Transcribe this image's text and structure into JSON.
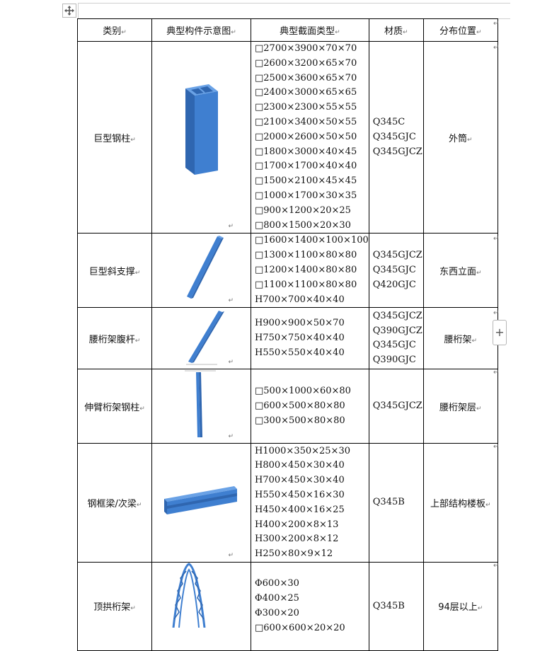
{
  "headers": [
    "类别",
    "典型构件示意图",
    "典型截面类型",
    "材质",
    "分布位置"
  ],
  "rows": [
    {
      "category": "巨型钢柱",
      "icon": "box-column-icon",
      "sections": [
        "□2700×3900×70×70",
        "□2600×3200×65×70",
        "□2500×3600×65×70",
        "□2400×3000×65×65",
        "□2300×2300×55×55",
        "□2100×3400×50×55",
        "□2000×2600×50×50",
        "□1800×3000×40×45",
        "□1700×1700×40×40",
        "□1500×2100×45×45",
        "□1000×1700×30×35",
        "□900×1200×20×25",
        "□800×1500×20×30"
      ],
      "materials": [
        "Q345C",
        "Q345GJC",
        "Q345GJCZ"
      ],
      "position": "外筒"
    },
    {
      "category": "巨型斜支撑",
      "icon": "diagonal-brace-icon",
      "sections": [
        "□1600×1400×100×100",
        "□1300×1100×80×80",
        "□1200×1400×80×80",
        "□1100×1100×80×80",
        "H700×700×40×40"
      ],
      "materials": [
        "Q345GJCZ",
        "Q345GJC",
        "Q420GJC"
      ],
      "position": "东西立面"
    },
    {
      "category": "腰桁架腹杆",
      "icon": "truss-web-member-icon",
      "sections": [
        "H900×900×50×70",
        "H750×750×40×40",
        "H550×550×40×40"
      ],
      "materials": [
        "Q345GJCZ",
        "Q390GJCZ",
        "Q345GJC",
        "Q390GJC"
      ],
      "position": "腰桁架"
    },
    {
      "category": "伸臂桁架钢柱",
      "icon": "outrigger-column-icon",
      "sections": [
        "□500×1000×60×80",
        "□600×500×80×80",
        "□300×500×80×80"
      ],
      "materials": [
        "Q345GJCZ"
      ],
      "position": "腰桁架层"
    },
    {
      "category": "钢框梁/次梁",
      "icon": "h-beam-icon",
      "sections": [
        "H1000×350×25×30",
        "H800×450×30×40",
        "H700×450×30×40",
        "H550×450×16×30",
        "H450×400×16×25",
        "H400×200×8×13",
        "H300×200×8×12",
        "H250×80×9×12"
      ],
      "materials": [
        "Q345B"
      ],
      "position": "上部结构楼板"
    },
    {
      "category": "顶拱桁架",
      "icon": "arch-truss-icon",
      "sections": [
        "Φ600×30",
        "Φ400×25",
        "Φ300×20",
        "□600×600×20×20"
      ],
      "materials": [
        "Q345B"
      ],
      "position": "94层以上"
    }
  ],
  "mark": "↵",
  "colors": {
    "steel": "#3f7fd0",
    "steel_dark": "#2f66b0",
    "steel_light": "#6aa2e6",
    "border": "#000000"
  }
}
